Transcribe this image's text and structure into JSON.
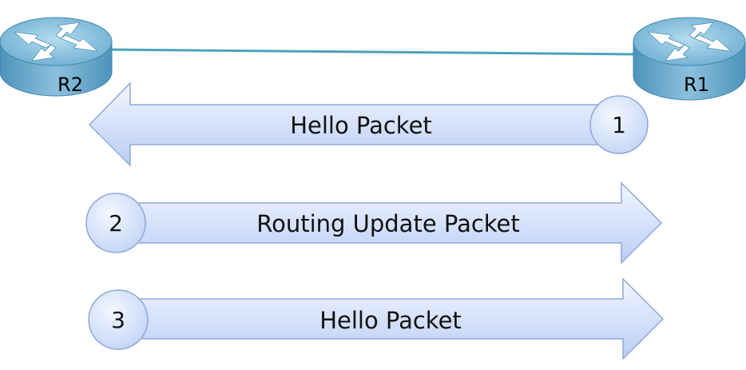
{
  "routers": {
    "left": {
      "label": "R2"
    },
    "right": {
      "label": "R1"
    }
  },
  "steps": [
    {
      "number": "1",
      "label": "Hello Packet",
      "direction": "toward R2"
    },
    {
      "number": "2",
      "label": "Routing Update Packet",
      "direction": "toward R1"
    },
    {
      "number": "3",
      "label": "Hello Packet",
      "direction": "toward R1"
    }
  ],
  "colors": {
    "link": "#4aa3b8",
    "router_top": "#8ec4e0",
    "router_side": "#5a9ec3",
    "arrow_fill_light": "#f2f6ff",
    "arrow_fill_dark": "#b9cdf4",
    "arrow_stroke": "#8fa8d8",
    "circle_fill": "#dbe6fb"
  }
}
